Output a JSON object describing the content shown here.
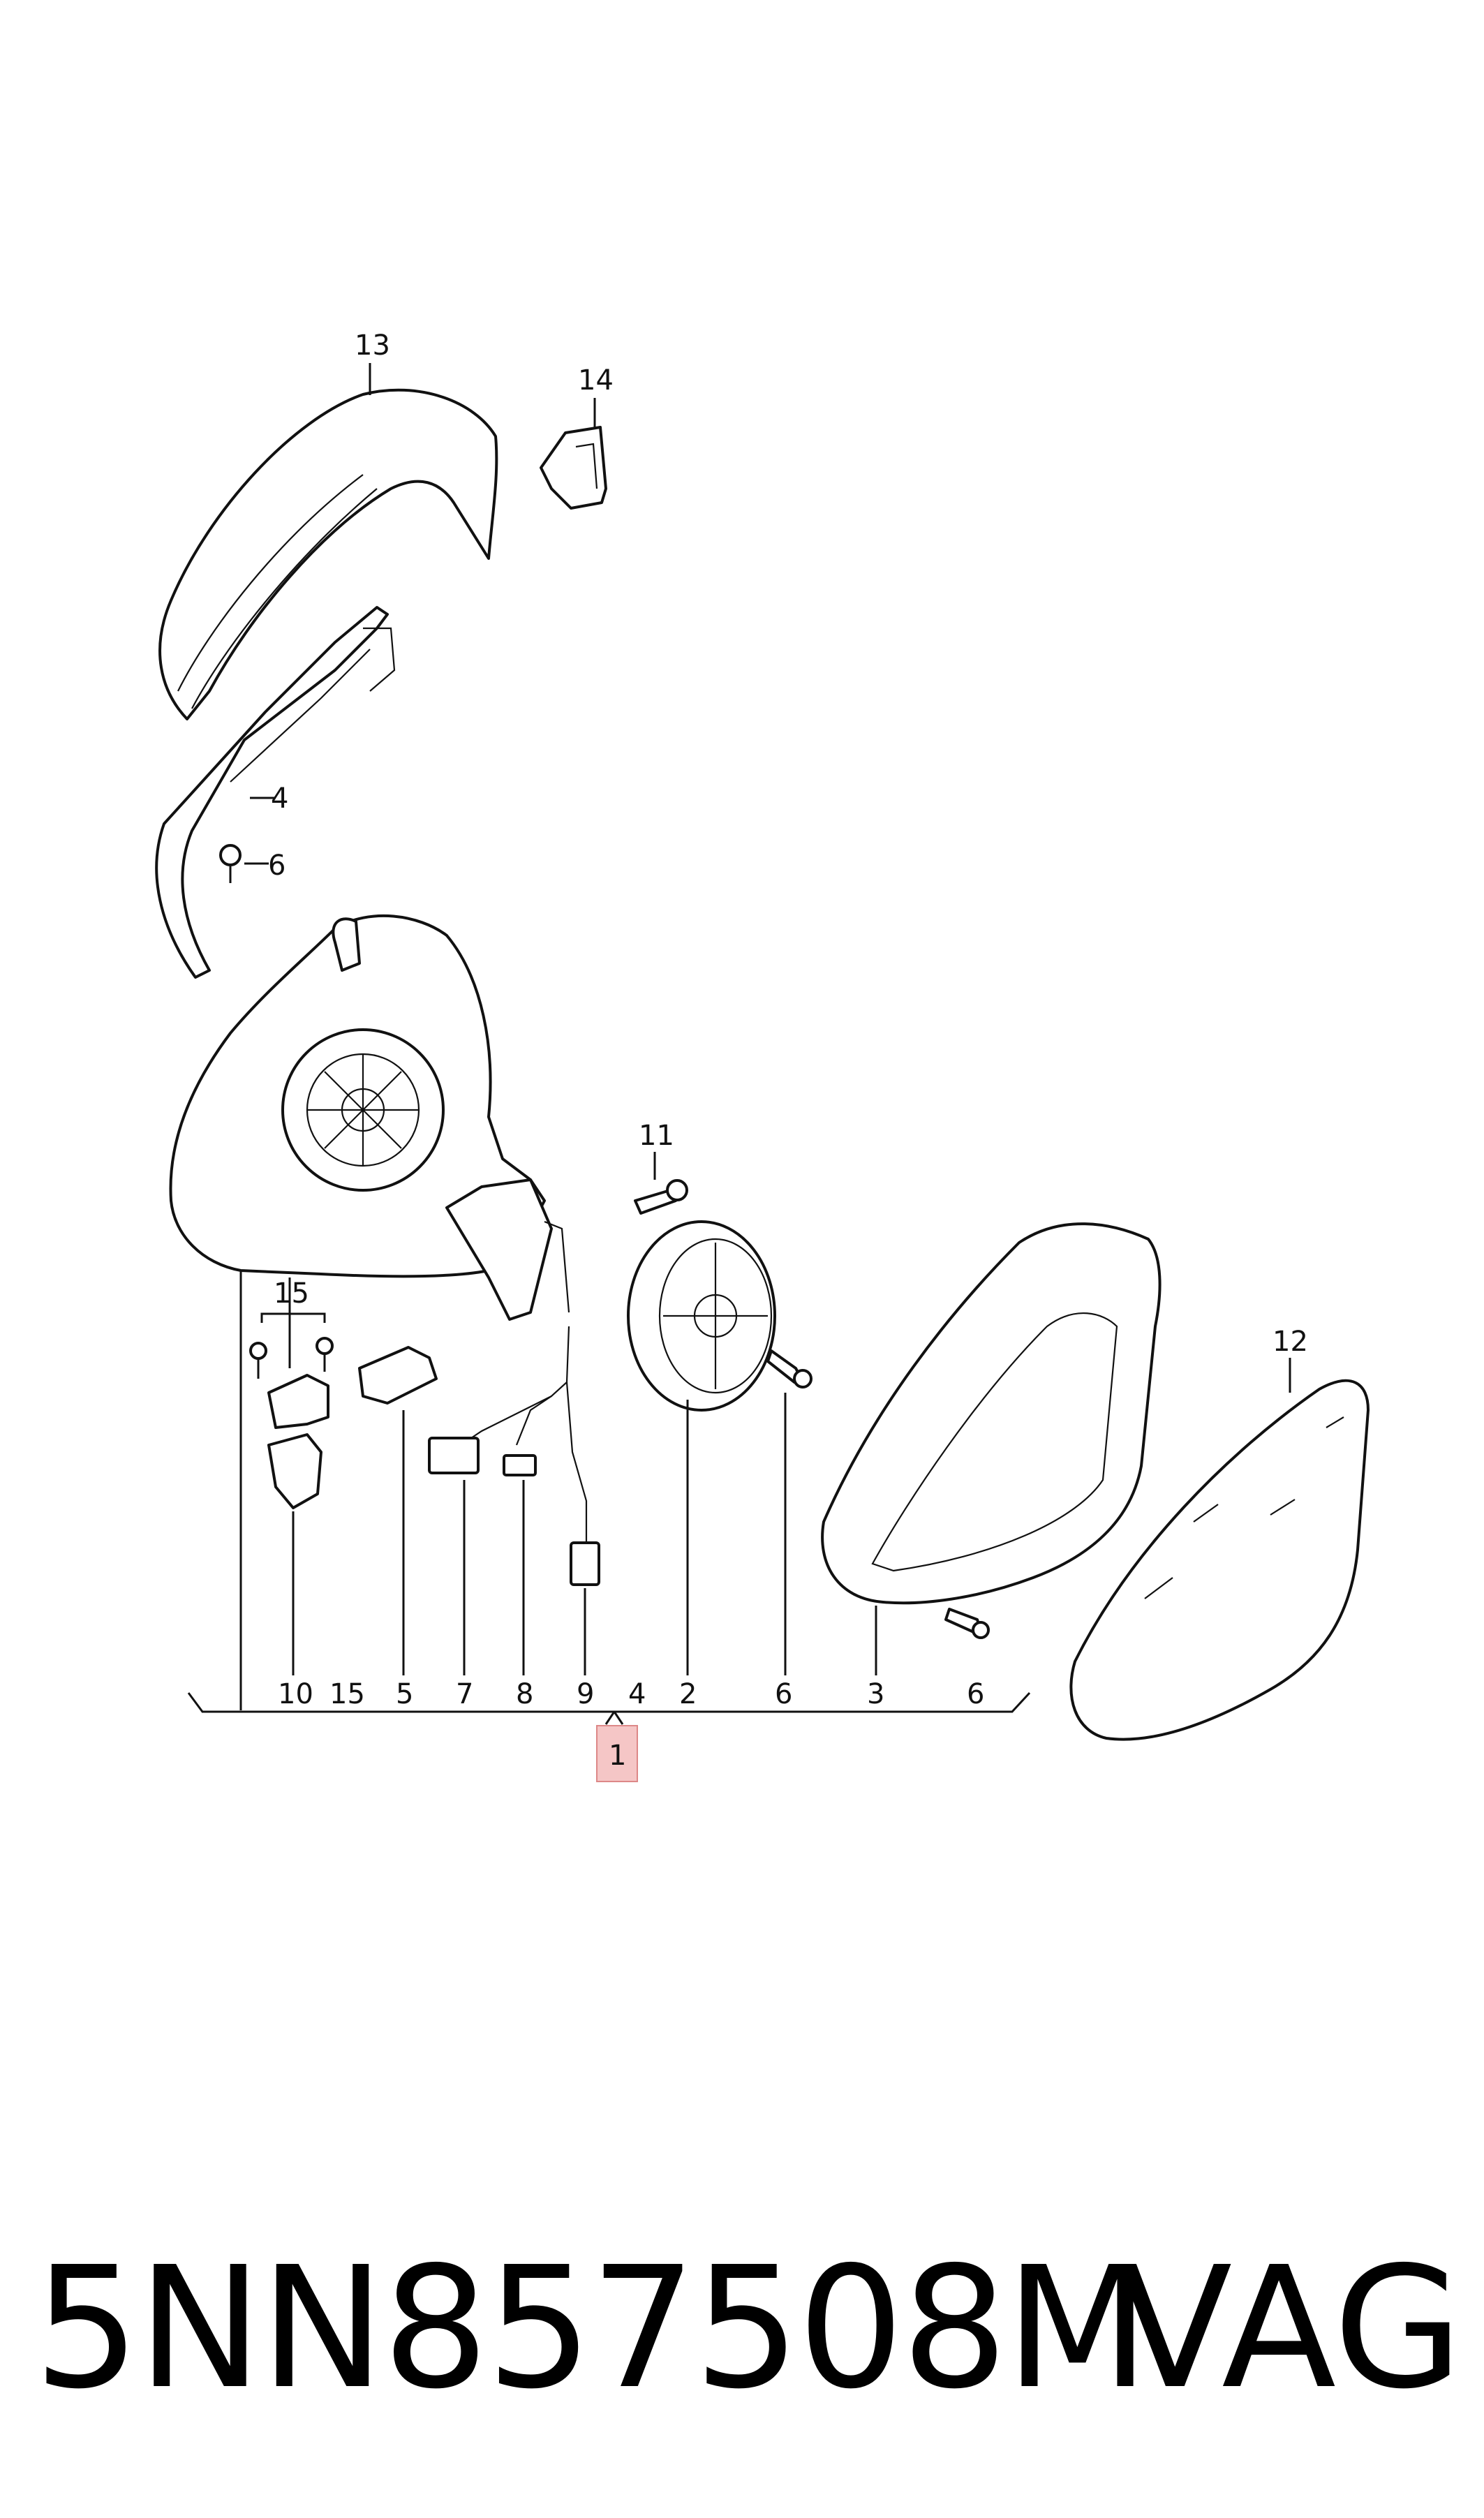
{
  "diagram": {
    "callouts": {
      "c13": "13",
      "c14": "14",
      "c4_top": "4",
      "c6_top": "6",
      "c11": "11",
      "c15_top": "15",
      "c12": "12",
      "c1": "1"
    },
    "bottom_row": [
      "10",
      "15",
      "5",
      "7",
      "8",
      "9",
      "4",
      "2",
      "6",
      "3",
      "6"
    ],
    "highlight_color": "#f5c6c6"
  },
  "footer": {
    "part_number": "5NN857508M",
    "brand": "VAG"
  }
}
